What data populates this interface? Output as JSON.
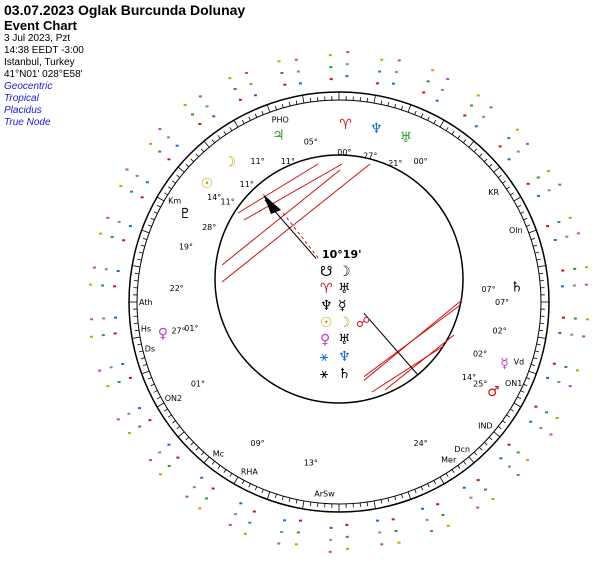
{
  "header": {
    "title": "03.07.2023 Oglak Burcunda Dolunay",
    "subtitle": "Event Chart",
    "info": [
      "3 Jul 2023, Pzt",
      "14:38  EEDT -3:00",
      "Istanbul, Turkey",
      "41°N01' 028°E58'"
    ],
    "settings": [
      "Geocentric",
      "Tropical",
      "Placidus",
      "True Node"
    ]
  },
  "colors": {
    "fire": "#d01010",
    "earth": "#2a9a2a",
    "air": "#c8a000",
    "water": "#1a6ad0",
    "aspect_red": "#d01010",
    "aspect_blue": "#1a2ad8",
    "text_blue": "#1a1ad8"
  },
  "center": {
    "degree": "10°19'",
    "grid": [
      [
        "☋",
        "☽",
        ""
      ],
      [
        "♈",
        "♅",
        ""
      ],
      [
        "♆",
        "☿",
        ""
      ],
      [
        "☉",
        "☽",
        "☍"
      ],
      [
        "♀",
        "♅",
        ""
      ],
      [
        "⚹",
        "♆",
        ""
      ],
      [
        "⚹",
        "♄",
        ""
      ]
    ]
  },
  "wheel": {
    "planets": [
      {
        "glyph": "♆",
        "deg": "27°",
        "name": "neptune"
      },
      {
        "glyph": "♈",
        "deg": "00°",
        "name": "aries"
      },
      {
        "glyph": "♅",
        "deg": "21°",
        "name": "uranus"
      },
      {
        "glyph": "♃",
        "deg": "11°",
        "name": "jupiter"
      },
      {
        "glyph": "☽",
        "deg": "11°",
        "name": "moon"
      },
      {
        "glyph": "☉",
        "deg": "11°",
        "name": "sun"
      },
      {
        "glyph": "♀",
        "deg": "01°",
        "name": "venus"
      },
      {
        "glyph": "♂",
        "deg": "14°",
        "name": "mars"
      },
      {
        "glyph": "♄",
        "deg": "07°",
        "name": "saturn"
      },
      {
        "glyph": "☿",
        "deg": "02°",
        "name": "mercury"
      },
      {
        "glyph": "♇",
        "deg": "28°",
        "name": "pluto"
      }
    ],
    "labels": [
      "Km",
      "PHO",
      "KR",
      "Oln",
      "Ath",
      "Hs",
      "Ds",
      "ON2",
      "Mc",
      "RHA",
      "ArSw",
      "Mer",
      "Dcn",
      "IND",
      "ON1",
      "Vd"
    ],
    "ring_degrees": [
      "05°",
      "11°",
      "14°",
      "19°",
      "22°",
      "27°",
      "01°",
      "25°",
      "02°",
      "09°",
      "13°",
      "24°",
      "00°",
      "07°"
    ]
  }
}
